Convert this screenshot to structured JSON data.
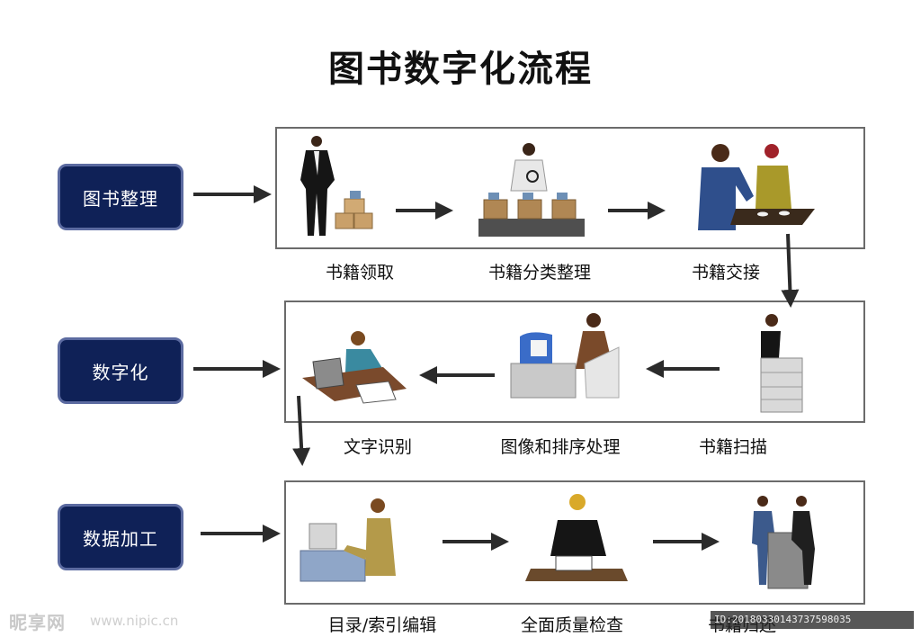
{
  "title": "图书数字化流程",
  "stages": [
    {
      "label": "图书整理"
    },
    {
      "label": "数字化"
    },
    {
      "label": "数据加工"
    }
  ],
  "steps": {
    "row1": [
      "书籍领取",
      "书籍分类整理",
      "书籍交接"
    ],
    "row2": [
      "文字识别",
      "图像和排序处理",
      "书籍扫描"
    ],
    "row3": [
      "目录/索引编辑",
      "全面质量检查",
      "书籍归还"
    ]
  },
  "watermark": {
    "brand": "昵享网",
    "url": "www.nipic.cn",
    "id_text": "ID:20180330143737598035"
  },
  "colors": {
    "stage_fill": "#0f2157",
    "arrow": "#2b2b2b"
  }
}
